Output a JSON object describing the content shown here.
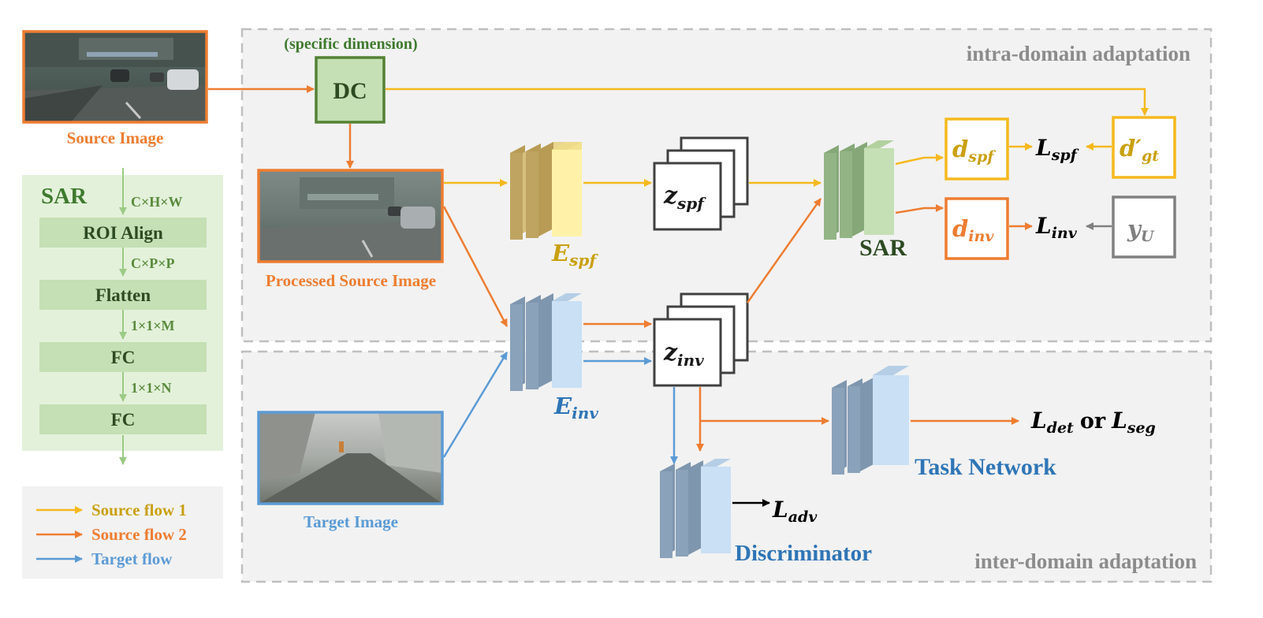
{
  "colors": {
    "source1": "#F5B91E",
    "source2": "#ED7D31",
    "target": "#5B9BD5",
    "green_dark": "#3E7A2E",
    "green_text": "#5A8A3C",
    "gray": "#808080",
    "panel_bg": "#F2F2F2",
    "sar_bg": "#E3F1DA",
    "sar_block": "#C5E0B4"
  },
  "regions": {
    "intra": "intra-domain adaptation",
    "inter": "inter-domain adaptation"
  },
  "images": {
    "source": "Source Image",
    "processed": "Processed Source Image",
    "target": "Target Image"
  },
  "dc": {
    "caption": "(specific dimension)",
    "label": "DC"
  },
  "encoders": {
    "spf": {
      "main": "E",
      "sub": "spf"
    },
    "inv": {
      "main": "E",
      "sub": "inv"
    }
  },
  "features": {
    "spf": {
      "main": "z",
      "sub": "spf"
    },
    "inv": {
      "main": "z",
      "sub": "inv"
    }
  },
  "sar_module": "SAR",
  "heads": {
    "d_spf": {
      "main": "d",
      "sub": "spf"
    },
    "d_inv": {
      "main": "d",
      "sub": "inv"
    },
    "d_gt": {
      "main": "d′",
      "sub": "gt"
    },
    "y_u": {
      "main": "y",
      "sub": "U"
    }
  },
  "losses": {
    "spf": {
      "main": "L",
      "sub": "spf"
    },
    "inv": {
      "main": "L",
      "sub": "inv"
    },
    "adv": {
      "main": "L",
      "sub": "adv"
    },
    "det": {
      "main": "L",
      "sub": "det"
    },
    "or": "or",
    "seg": {
      "main": "L",
      "sub": "seg"
    }
  },
  "networks": {
    "discriminator": "Discriminator",
    "task": "Task Network"
  },
  "sar_panel": {
    "title": "SAR",
    "blocks": [
      "ROI Align",
      "Flatten",
      "FC",
      "FC"
    ],
    "dims": [
      "C×H×W",
      "C×P×P",
      "1×1×M",
      "1×1×N"
    ]
  },
  "legend": [
    {
      "label": "Source flow 1",
      "color": "#F5B91E"
    },
    {
      "label": "Source flow 2",
      "color": "#ED7D31"
    },
    {
      "label": "Target flow",
      "color": "#5B9BD5"
    }
  ]
}
